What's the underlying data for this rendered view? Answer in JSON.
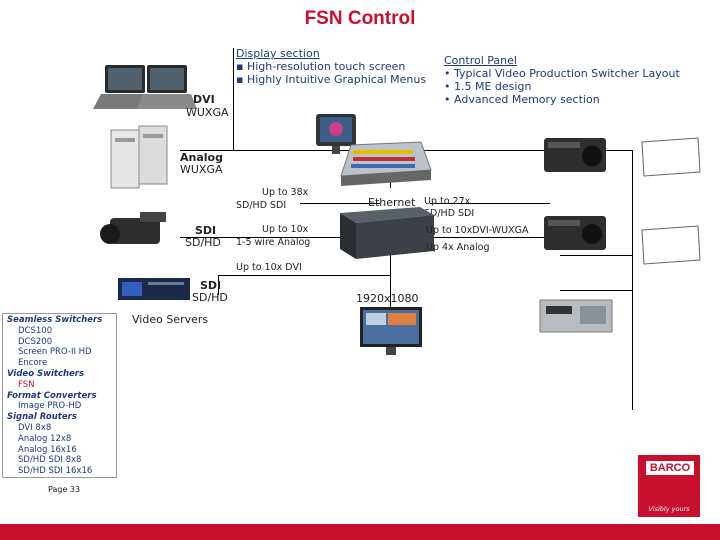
{
  "title": "FSN Control",
  "display_section": {
    "heading": "Display section",
    "bullets": [
      "High-resolution touch screen",
      "Highly Intuitive Graphical Menus"
    ]
  },
  "control_panel": {
    "heading": "Control Panel",
    "bullets": [
      "Typical Video Production Switcher Layout",
      "1.5 ME design",
      "Advanced Memory section"
    ]
  },
  "labels": {
    "dvi": "DVI",
    "wuxga": "WUXGA",
    "analog": "Analog",
    "analog_wuxga": "WUXGA",
    "upto38": "Up to 38x",
    "sdhd_sdi": "SD/HD SDI",
    "ethernet": "Ethernet",
    "upto27": "Up to 27x",
    "sdhd_sdi_right": "SD/HD SDI",
    "sdi_camera": "SDI",
    "sdhd_camera": "SD/HD",
    "upto10x": "Up to 10x",
    "analog_wire": "1-5 wire Analog",
    "upto10dvi_wuxga": "Up to 10xDVI-WUXGA",
    "up4analog": "Up 4x Analog",
    "upto10dvi": "Up to 10x DVI",
    "sdi_server": "SDI",
    "sdhd_server": "SD/HD",
    "video_servers": "Video Servers",
    "res1920": "1920x1080"
  },
  "sidebar": [
    {
      "text": "Seamless Switchers",
      "kind": "heading"
    },
    {
      "text": "DCS100",
      "kind": "item"
    },
    {
      "text": "DCS200",
      "kind": "item"
    },
    {
      "text": "Screen PRO-II HD",
      "kind": "item"
    },
    {
      "text": "Encore",
      "kind": "item"
    },
    {
      "text": "Video Switchers",
      "kind": "heading"
    },
    {
      "text": "FSN",
      "kind": "item-red"
    },
    {
      "text": "Format Converters",
      "kind": "heading"
    },
    {
      "text": "Image PRO-HD",
      "kind": "item"
    },
    {
      "text": "Signal Routers",
      "kind": "heading"
    },
    {
      "text": "DVI 8x8",
      "kind": "item"
    },
    {
      "text": "Analog 12x8",
      "kind": "item"
    },
    {
      "text": "Analog 16x16",
      "kind": "item"
    },
    {
      "text": "SD/HD SDI 8x8",
      "kind": "item"
    },
    {
      "text": "SD/HD SDI 16x16",
      "kind": "item"
    }
  ],
  "page_number": "Page 33",
  "logo": {
    "brand": "BARCO",
    "tagline": "Visibly yours"
  },
  "colors": {
    "brand_red": "#c8102e",
    "navy": "#1f3a78"
  }
}
